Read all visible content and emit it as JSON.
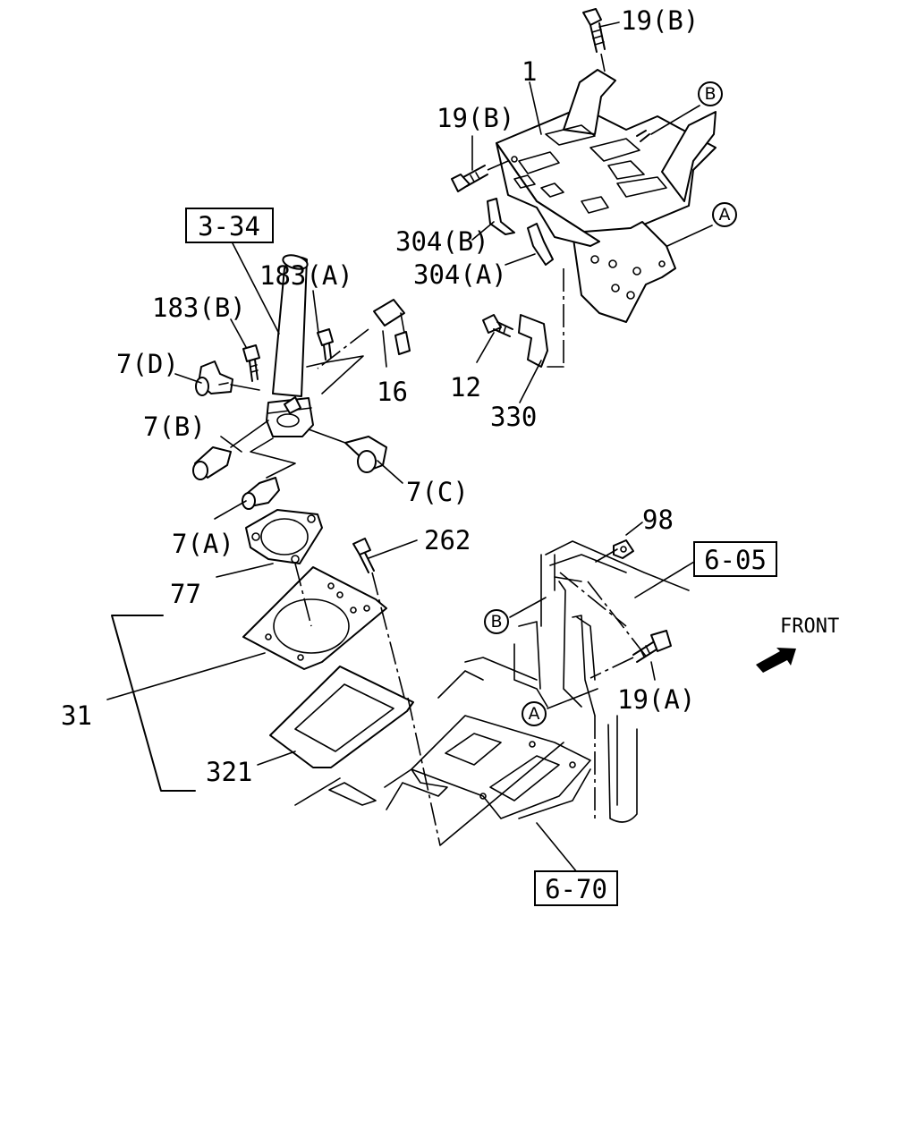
{
  "labels": {
    "p19b_top": "19(B)",
    "p1": "1",
    "p19b_mid": "19(B)",
    "p304b": "304(B)",
    "p304a": "304(A)",
    "p183a": "183(A)",
    "p183b": "183(B)",
    "p7d": "7(D)",
    "p16": "16",
    "p12": "12",
    "p7b": "7(B)",
    "p330": "330",
    "p7c": "7(C)",
    "p7a": "7(A)",
    "p262": "262",
    "p98": "98",
    "p77": "77",
    "p31": "31",
    "p19a": "19(A)",
    "p321": "321",
    "front": "FRONT"
  },
  "refs": {
    "r334": "3-34",
    "r605": "6-05",
    "r670": "6-70"
  },
  "markers": {
    "B": "B",
    "A": "A"
  }
}
